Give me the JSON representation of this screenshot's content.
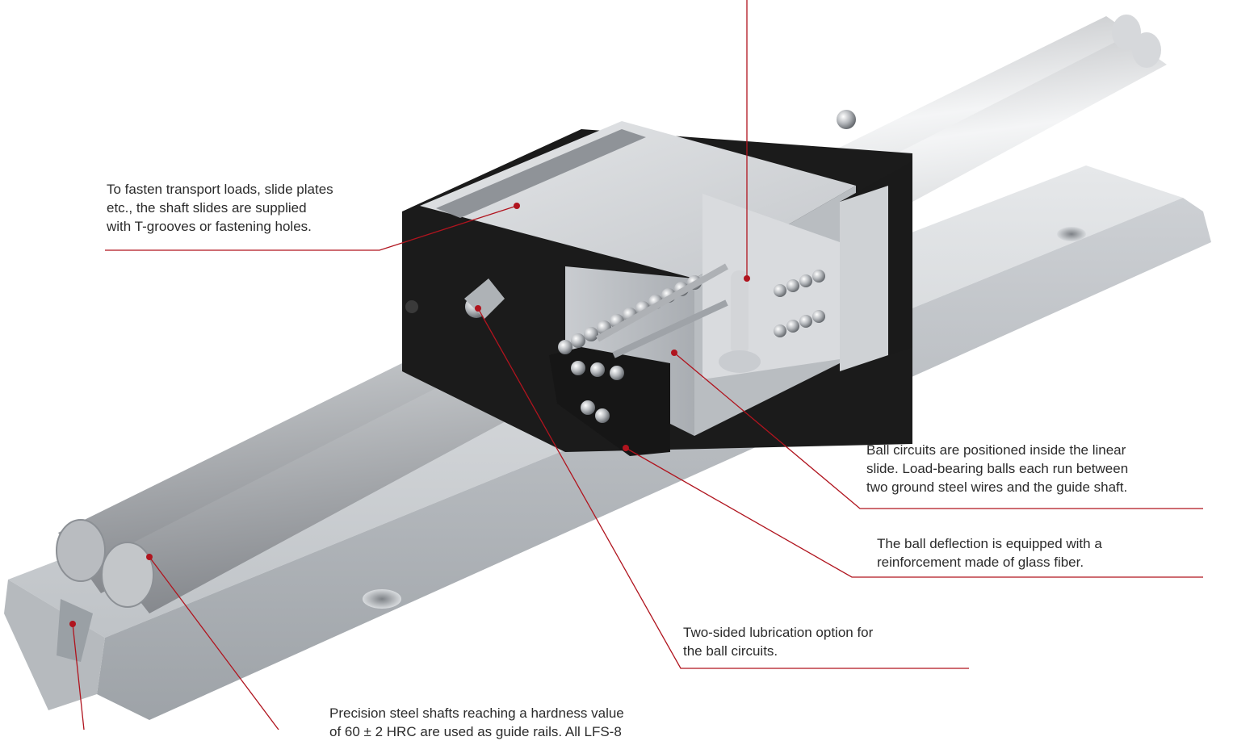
{
  "annotations": {
    "fastening": [
      "To fasten transport loads, slide plates",
      "etc., the shaft slides are supplied",
      "with T-grooves or fastening holes."
    ],
    "ball_circuits": [
      "Ball circuits are positioned inside the linear",
      "slide. Load-bearing balls each run between",
      "two ground steel wires and the guide shaft."
    ],
    "deflection": [
      "The ball deflection is equipped with a",
      "reinforcement made of glass fiber."
    ],
    "lubrication": [
      "Two-sided lubrication option for",
      "the ball circuits."
    ],
    "shafts": [
      "Precision steel shafts reaching a hardness value",
      "of 60 ± 2 HRC are used as guide rails. All LFS-8"
    ]
  },
  "colors": {
    "leader_line": "#b0141e",
    "text": "#2b2b2b",
    "rail": "#c9ccd0",
    "shaft": "#c2c4c7",
    "slide_body": "#cfd2d5",
    "end_cap": "#1a1a1a"
  }
}
